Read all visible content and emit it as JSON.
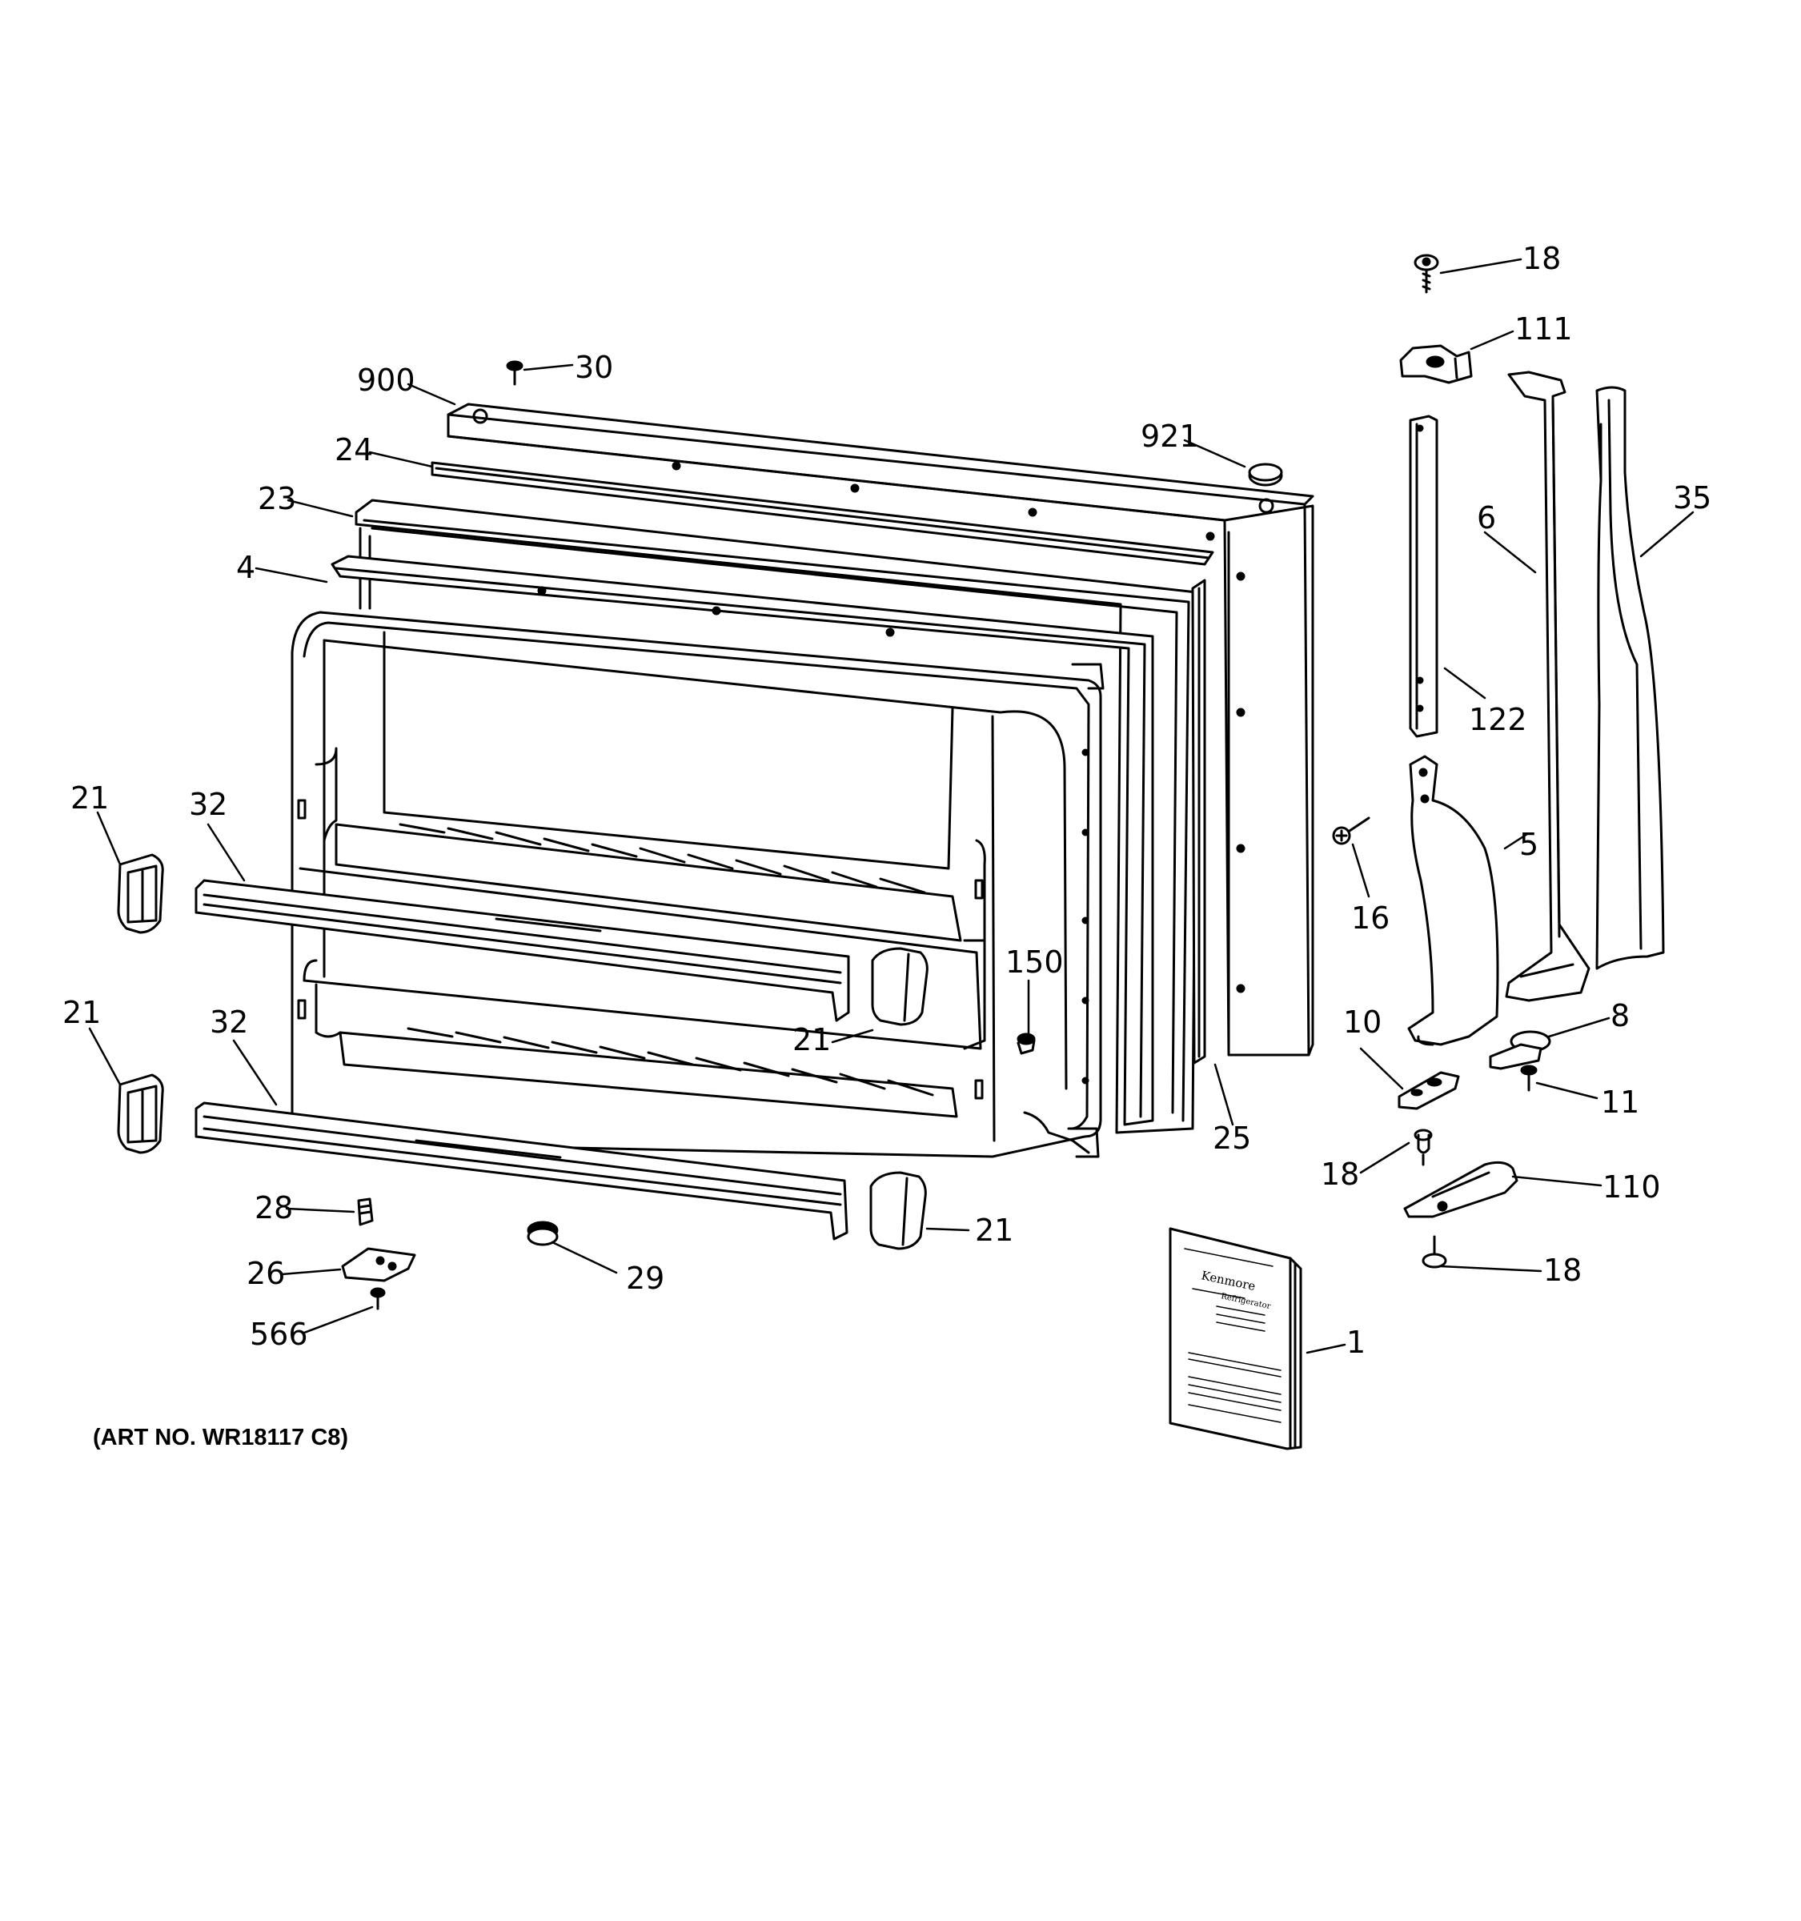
{
  "diagram": {
    "art_number": "(ART NO. WR18117 C8)",
    "callouts": {
      "p900": "900",
      "p30": "30",
      "p24": "24",
      "p23": "23",
      "p4": "4",
      "p921": "921",
      "p18a": "18",
      "p111": "111",
      "p6": "6",
      "p35": "35",
      "p122": "122",
      "p5": "5",
      "p16": "16",
      "p21a": "21",
      "p32a": "32",
      "p21b": "21",
      "p32b": "32",
      "p21c": "21",
      "p150": "150",
      "p10": "10",
      "p8": "8",
      "p11": "11",
      "p25": "25",
      "p18b": "18",
      "p110": "110",
      "p28": "28",
      "p21d": "21",
      "p26": "26",
      "p29": "29",
      "p566": "566",
      "p18c": "18",
      "p1": "1"
    },
    "manual": {
      "brand": "Kenmore",
      "subtitle": "Refrigerator"
    }
  }
}
